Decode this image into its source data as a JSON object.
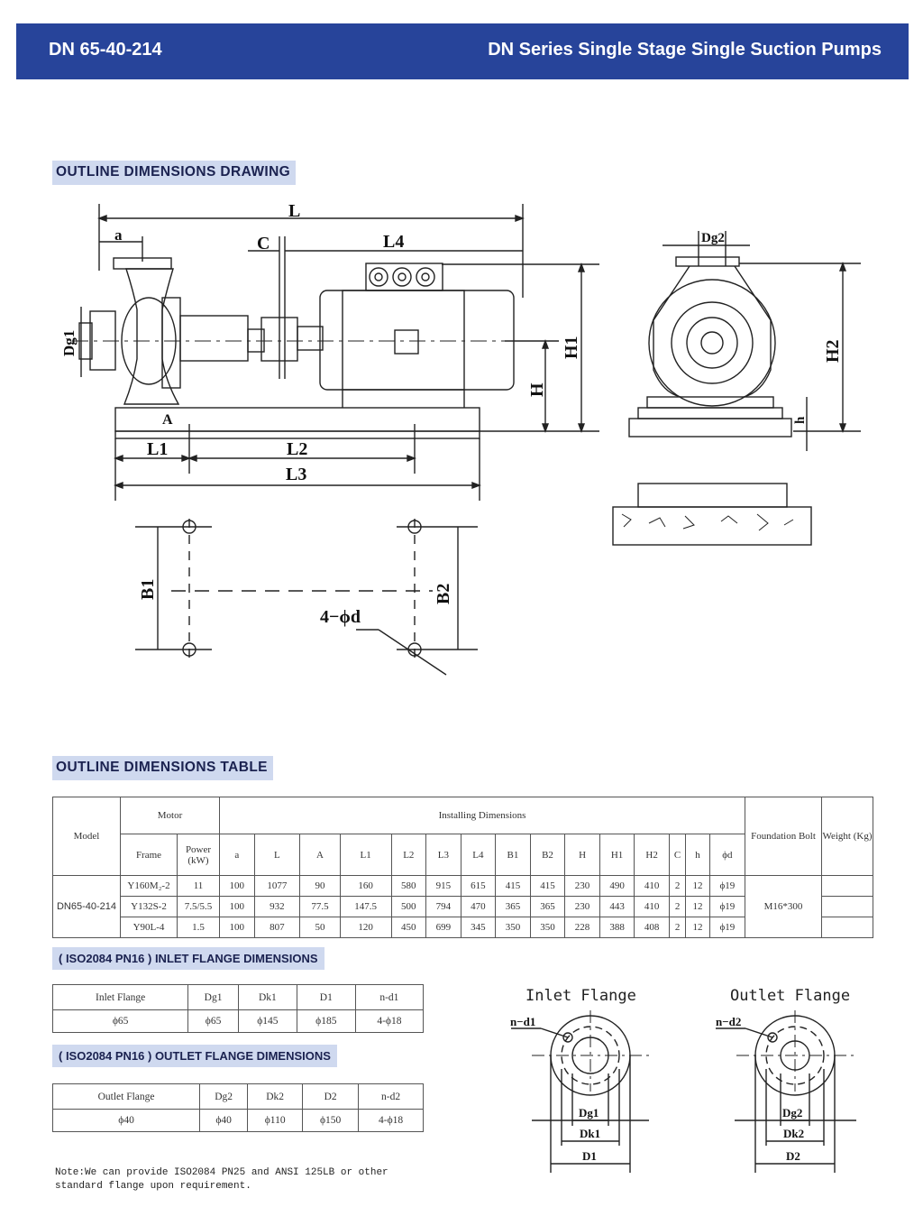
{
  "header": {
    "model": "DN 65-40-214",
    "series": "DN Series Single Stage Single Suction Pumps"
  },
  "sections": {
    "drawing": "OUTLINE DIMENSIONS DRAWING",
    "table": "OUTLINE DIMENSIONS TABLE",
    "inlet": "( ISO2084 PN16 ) INLET FLANGE DIMENSIONS",
    "outlet": "( ISO2084 PN16 ) OUTLET FLANGE DIMENSIONS"
  },
  "drawing_labels": {
    "L": "L",
    "a": "a",
    "C": "C",
    "L4": "L4",
    "Dg1": "Dg1",
    "A": "A",
    "L1": "L1",
    "L2": "L2",
    "L3": "L3",
    "H": "H",
    "H1": "H1",
    "Dg2": "Dg2",
    "H2": "H2",
    "h": "h",
    "B1": "B1",
    "B2": "B2",
    "phid": "4−ϕd"
  },
  "table": {
    "model_header": "Model",
    "motor_header": "Motor",
    "installing_header": "Installing Dimensions",
    "bolt_header": "Foundation Bolt",
    "weight_header": "Weight (Kg)",
    "frame_header": "Frame",
    "power_header": "Power (kW)",
    "dims": [
      "a",
      "L",
      "A",
      "L1",
      "L2",
      "L3",
      "L4",
      "B1",
      "B2",
      "H",
      "H1",
      "H2",
      "C",
      "h",
      "ϕd"
    ],
    "model": "DN65-40-214",
    "bolt": "M16*300",
    "rows": [
      {
        "frame": "Y160M₂-2",
        "power": "11",
        "vals": [
          "100",
          "1077",
          "90",
          "160",
          "580",
          "915",
          "615",
          "415",
          "415",
          "230",
          "490",
          "410",
          "2",
          "12",
          "ϕ19"
        ]
      },
      {
        "frame": "Y132S-2",
        "power": "7.5/5.5",
        "vals": [
          "100",
          "932",
          "77.5",
          "147.5",
          "500",
          "794",
          "470",
          "365",
          "365",
          "230",
          "443",
          "410",
          "2",
          "12",
          "ϕ19"
        ]
      },
      {
        "frame": "Y90L-4",
        "power": "1.5",
        "vals": [
          "100",
          "807",
          "50",
          "120",
          "450",
          "699",
          "345",
          "350",
          "350",
          "228",
          "388",
          "408",
          "2",
          "12",
          "ϕ19"
        ]
      }
    ]
  },
  "inlet_table": {
    "headers": [
      "Inlet Flange",
      "Dg1",
      "Dk1",
      "D1",
      "n-d1"
    ],
    "values": [
      "ϕ65",
      "ϕ65",
      "ϕ145",
      "ϕ185",
      "4-ϕ18"
    ]
  },
  "outlet_table": {
    "headers": [
      "Outlet Flange",
      "Dg2",
      "Dk2",
      "D2",
      "n-d2"
    ],
    "values": [
      "ϕ40",
      "ϕ40",
      "ϕ110",
      "ϕ150",
      "4-ϕ18"
    ]
  },
  "flange_drawings": {
    "inlet_title": "Inlet Flange",
    "outlet_title": "Outlet Flange",
    "nd1": "n−d1",
    "nd2": "n−d2",
    "Dg1": "Dg1",
    "Dk1": "Dk1",
    "D1": "D1",
    "Dg2": "Dg2",
    "Dk2": "Dk2",
    "D2": "D2"
  },
  "note": "Note:We can provide ISO2084 PN25 and ANSI 125LB or other standard flange upon requirement."
}
